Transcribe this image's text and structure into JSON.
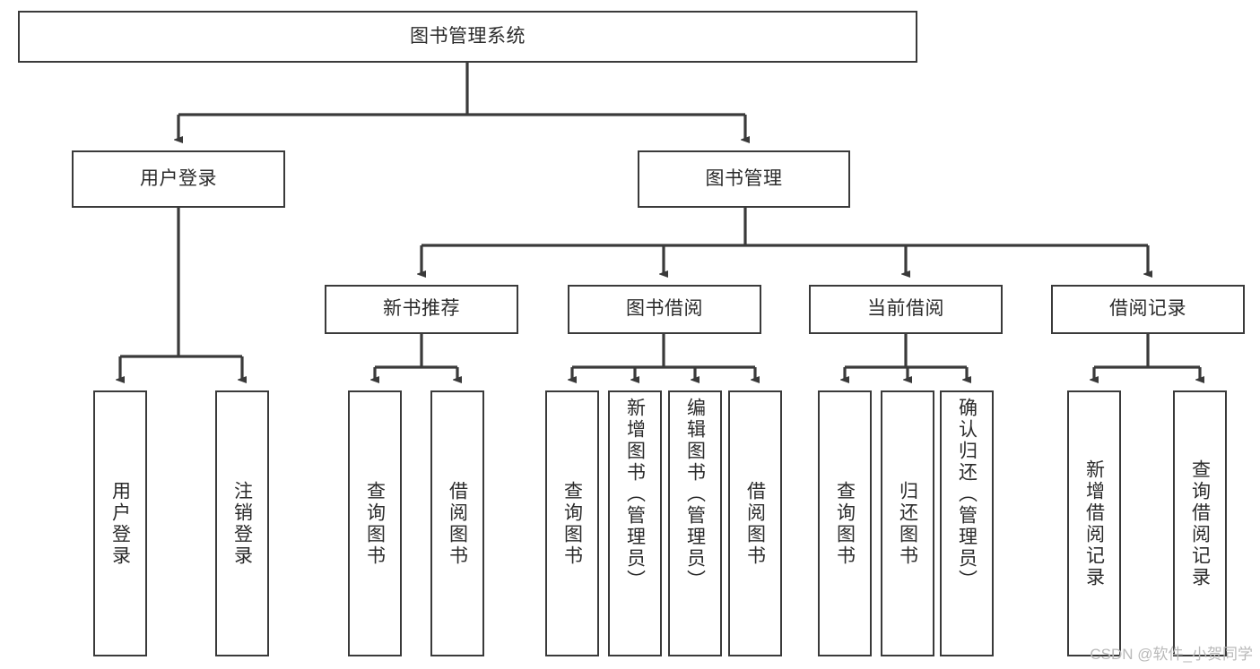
{
  "diagram": {
    "type": "tree-hierarchy",
    "title": "图书管理系统",
    "watermark": "CSDN @软件_小贺同学",
    "colors": {
      "box_border": "#3a3a3a",
      "box_fill": "#ffffff",
      "edge": "#3a3a3a",
      "text": "#2b2b2b",
      "watermark": "#b9b9b9"
    },
    "levels": [
      {
        "level": 1,
        "nodes": [
          {
            "id": "root",
            "label": "图书管理系统"
          }
        ]
      },
      {
        "level": 2,
        "nodes": [
          {
            "id": "login",
            "label": "用户登录",
            "parent": "root"
          },
          {
            "id": "bookmgr",
            "label": "图书管理",
            "parent": "root"
          }
        ]
      },
      {
        "level": 3,
        "nodes": [
          {
            "id": "newbook",
            "label": "新书推荐",
            "parent": "bookmgr"
          },
          {
            "id": "borrow",
            "label": "图书借阅",
            "parent": "bookmgr"
          },
          {
            "id": "current",
            "label": "当前借阅",
            "parent": "bookmgr"
          },
          {
            "id": "record",
            "label": "借阅记录",
            "parent": "bookmgr"
          }
        ]
      },
      {
        "level": 4,
        "nodes": [
          {
            "id": "leaf-user-login",
            "label": "用户登录",
            "parent": "login"
          },
          {
            "id": "leaf-user-logout",
            "label": "注销登录",
            "parent": "login"
          },
          {
            "id": "leaf-nb-query",
            "label": "查询图书",
            "parent": "newbook"
          },
          {
            "id": "leaf-nb-borrow",
            "label": "借阅图书",
            "parent": "newbook"
          },
          {
            "id": "leaf-bo-query",
            "label": "查询图书",
            "parent": "borrow"
          },
          {
            "id": "leaf-bo-add",
            "label": "新增图书（管理员）",
            "parent": "borrow"
          },
          {
            "id": "leaf-bo-edit",
            "label": "编辑图书（管理员）",
            "parent": "borrow"
          },
          {
            "id": "leaf-bo-borrow",
            "label": "借阅图书",
            "parent": "borrow"
          },
          {
            "id": "leaf-cu-query",
            "label": "查询图书",
            "parent": "current"
          },
          {
            "id": "leaf-cu-return",
            "label": "归还图书",
            "parent": "current"
          },
          {
            "id": "leaf-cu-confirm",
            "label": "确认归还（管理员）",
            "parent": "current"
          },
          {
            "id": "leaf-re-add",
            "label": "新增借阅记录",
            "parent": "record"
          },
          {
            "id": "leaf-re-query",
            "label": "查询借阅记录",
            "parent": "record"
          }
        ]
      }
    ]
  }
}
